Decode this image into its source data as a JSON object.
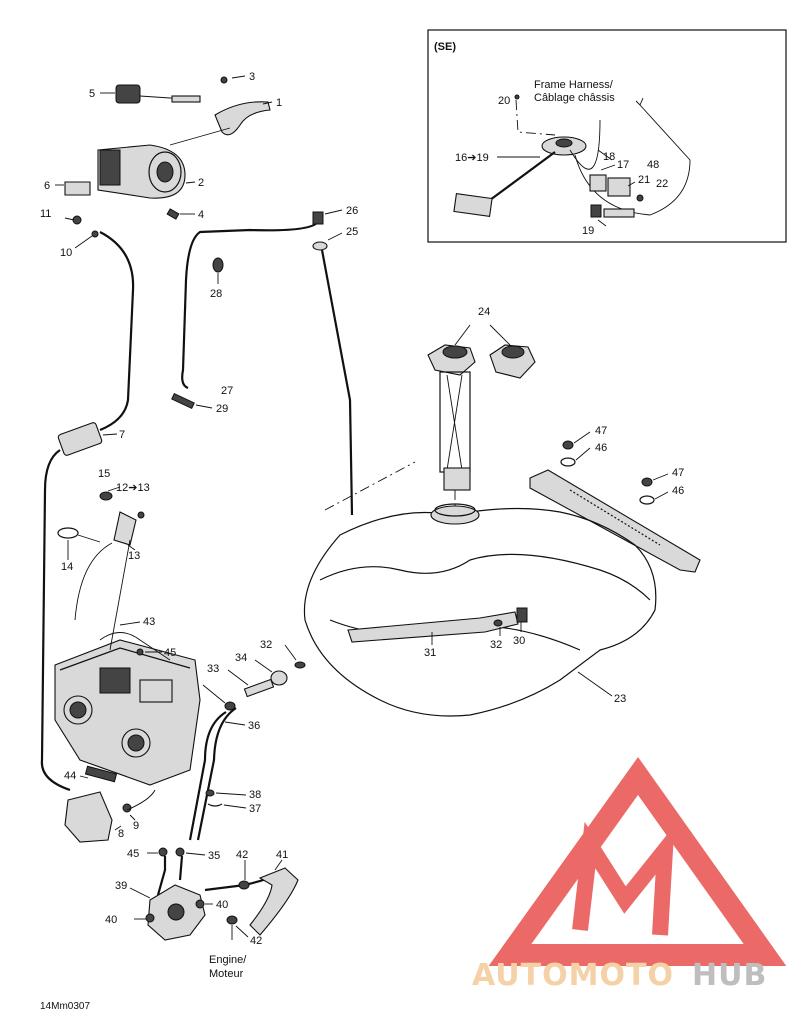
{
  "inset": {
    "title": "(SE)",
    "harness_label_en": "Frame Harness/",
    "harness_label_fr": "Câblage châssis"
  },
  "labels": {
    "p1": "1",
    "p2": "2",
    "p3": "3",
    "p4": "4",
    "p5": "5",
    "p6": "6",
    "p7": "7",
    "p8": "8",
    "p9": "9",
    "p10": "10",
    "p11": "11",
    "p12_13": "12➔13",
    "p13": "13",
    "p14": "14",
    "p15": "15",
    "p16_19": "16➔19",
    "p17": "17",
    "p18": "18",
    "p19": "19",
    "p20": "20",
    "p21": "21",
    "p22": "22",
    "p23": "23",
    "p24": "24",
    "p25": "25",
    "p26": "26",
    "p27": "27",
    "p28": "28",
    "p29": "29",
    "p30": "30",
    "p31": "31",
    "p32a": "32",
    "p32b": "32",
    "p33": "33",
    "p34": "34",
    "p35a": "35",
    "p35b": "35",
    "p36": "36",
    "p37": "37",
    "p38": "38",
    "p39": "39",
    "p40a": "40",
    "p40b": "40",
    "p41": "41",
    "p42a": "42",
    "p42b": "42",
    "p43": "43",
    "p44": "44",
    "p45a": "45",
    "p45b": "45",
    "p46a": "46",
    "p46b": "46",
    "p47a": "47",
    "p47b": "47",
    "p48": "48"
  },
  "engine_label_en": "Engine/",
  "engine_label_fr": "Moteur",
  "figure_code": "14Mm0307",
  "watermark": {
    "part1": "AUTOMOTO",
    "part2": "HUB",
    "logo_color": "#e53935",
    "text_color_1": "#f5a623",
    "text_color_2": "#9e9e9e"
  }
}
